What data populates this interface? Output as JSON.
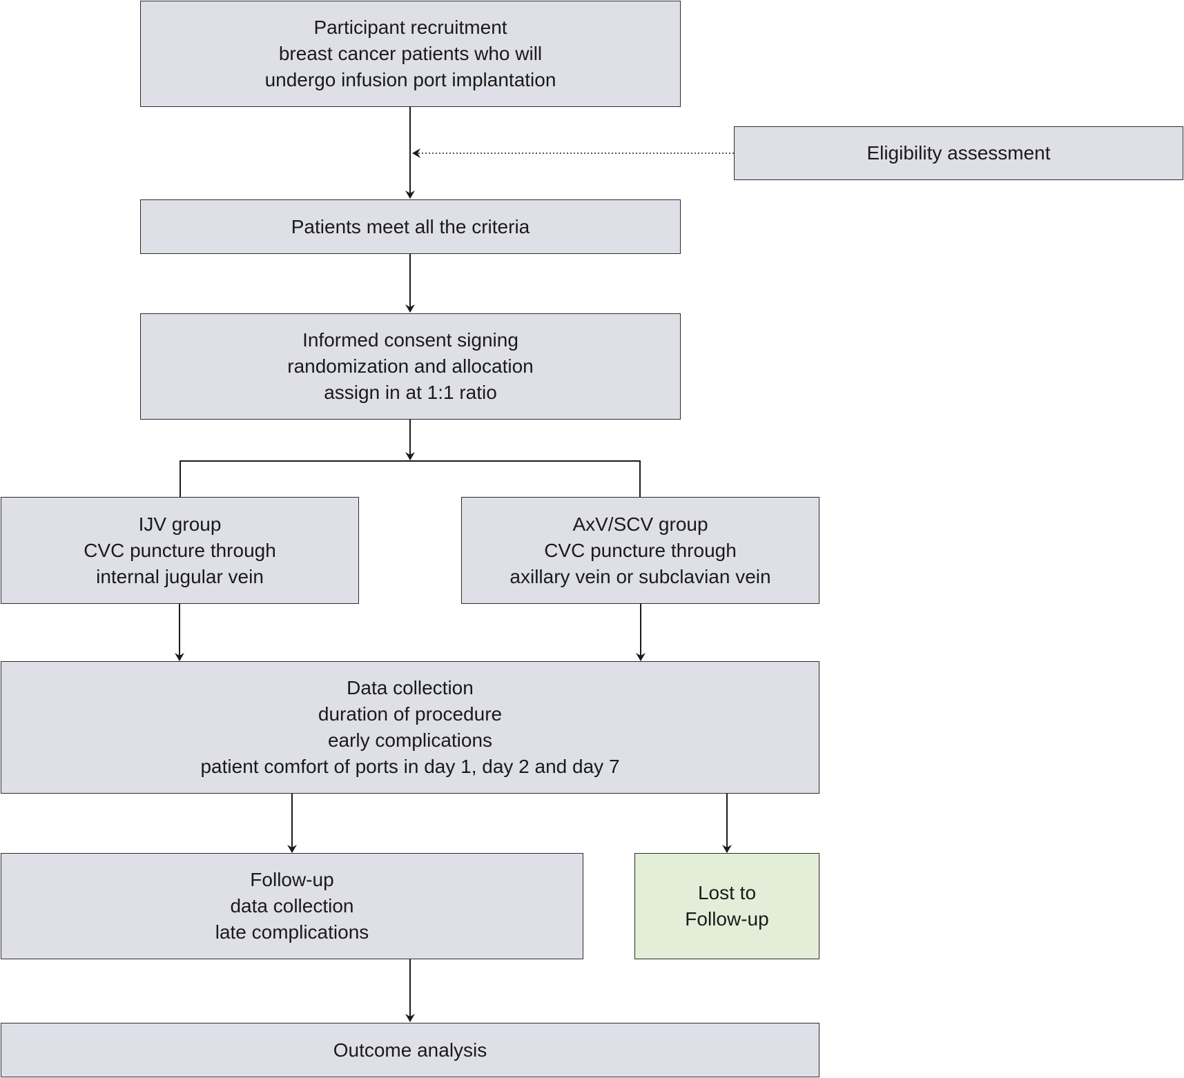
{
  "boxes": {
    "recruitment": {
      "lines": [
        "Participant recruitment",
        "breast cancer patients who will",
        "undergo infusion port implantation"
      ]
    },
    "eligibility": {
      "lines": [
        "Eligibility assessment"
      ]
    },
    "criteria": {
      "lines": [
        "Patients meet all the criteria"
      ]
    },
    "consent": {
      "lines": [
        "Informed consent signing",
        "randomization and allocation",
        "assign in at 1:1 ratio"
      ]
    },
    "ijv_group": {
      "lines": [
        "IJV group",
        "CVC puncture through",
        "internal jugular vein"
      ]
    },
    "axv_group": {
      "lines": [
        "AxV/SCV group",
        "CVC puncture through",
        "axillary vein or subclavian vein"
      ]
    },
    "data_collection": {
      "lines": [
        "Data collection",
        "duration of procedure",
        "early complications",
        "patient comfort of ports in day 1, day 2 and day 7"
      ]
    },
    "follow_up": {
      "lines": [
        "Follow-up",
        "data collection",
        "late complications"
      ]
    },
    "lost": {
      "lines": [
        "Lost to",
        "Follow-up"
      ]
    },
    "outcome": {
      "lines": [
        "Outcome analysis"
      ]
    }
  },
  "colors": {
    "box_fill": "#dfdfe8",
    "lost_fill": "#e3eed8",
    "line": "#1a1a1a"
  }
}
